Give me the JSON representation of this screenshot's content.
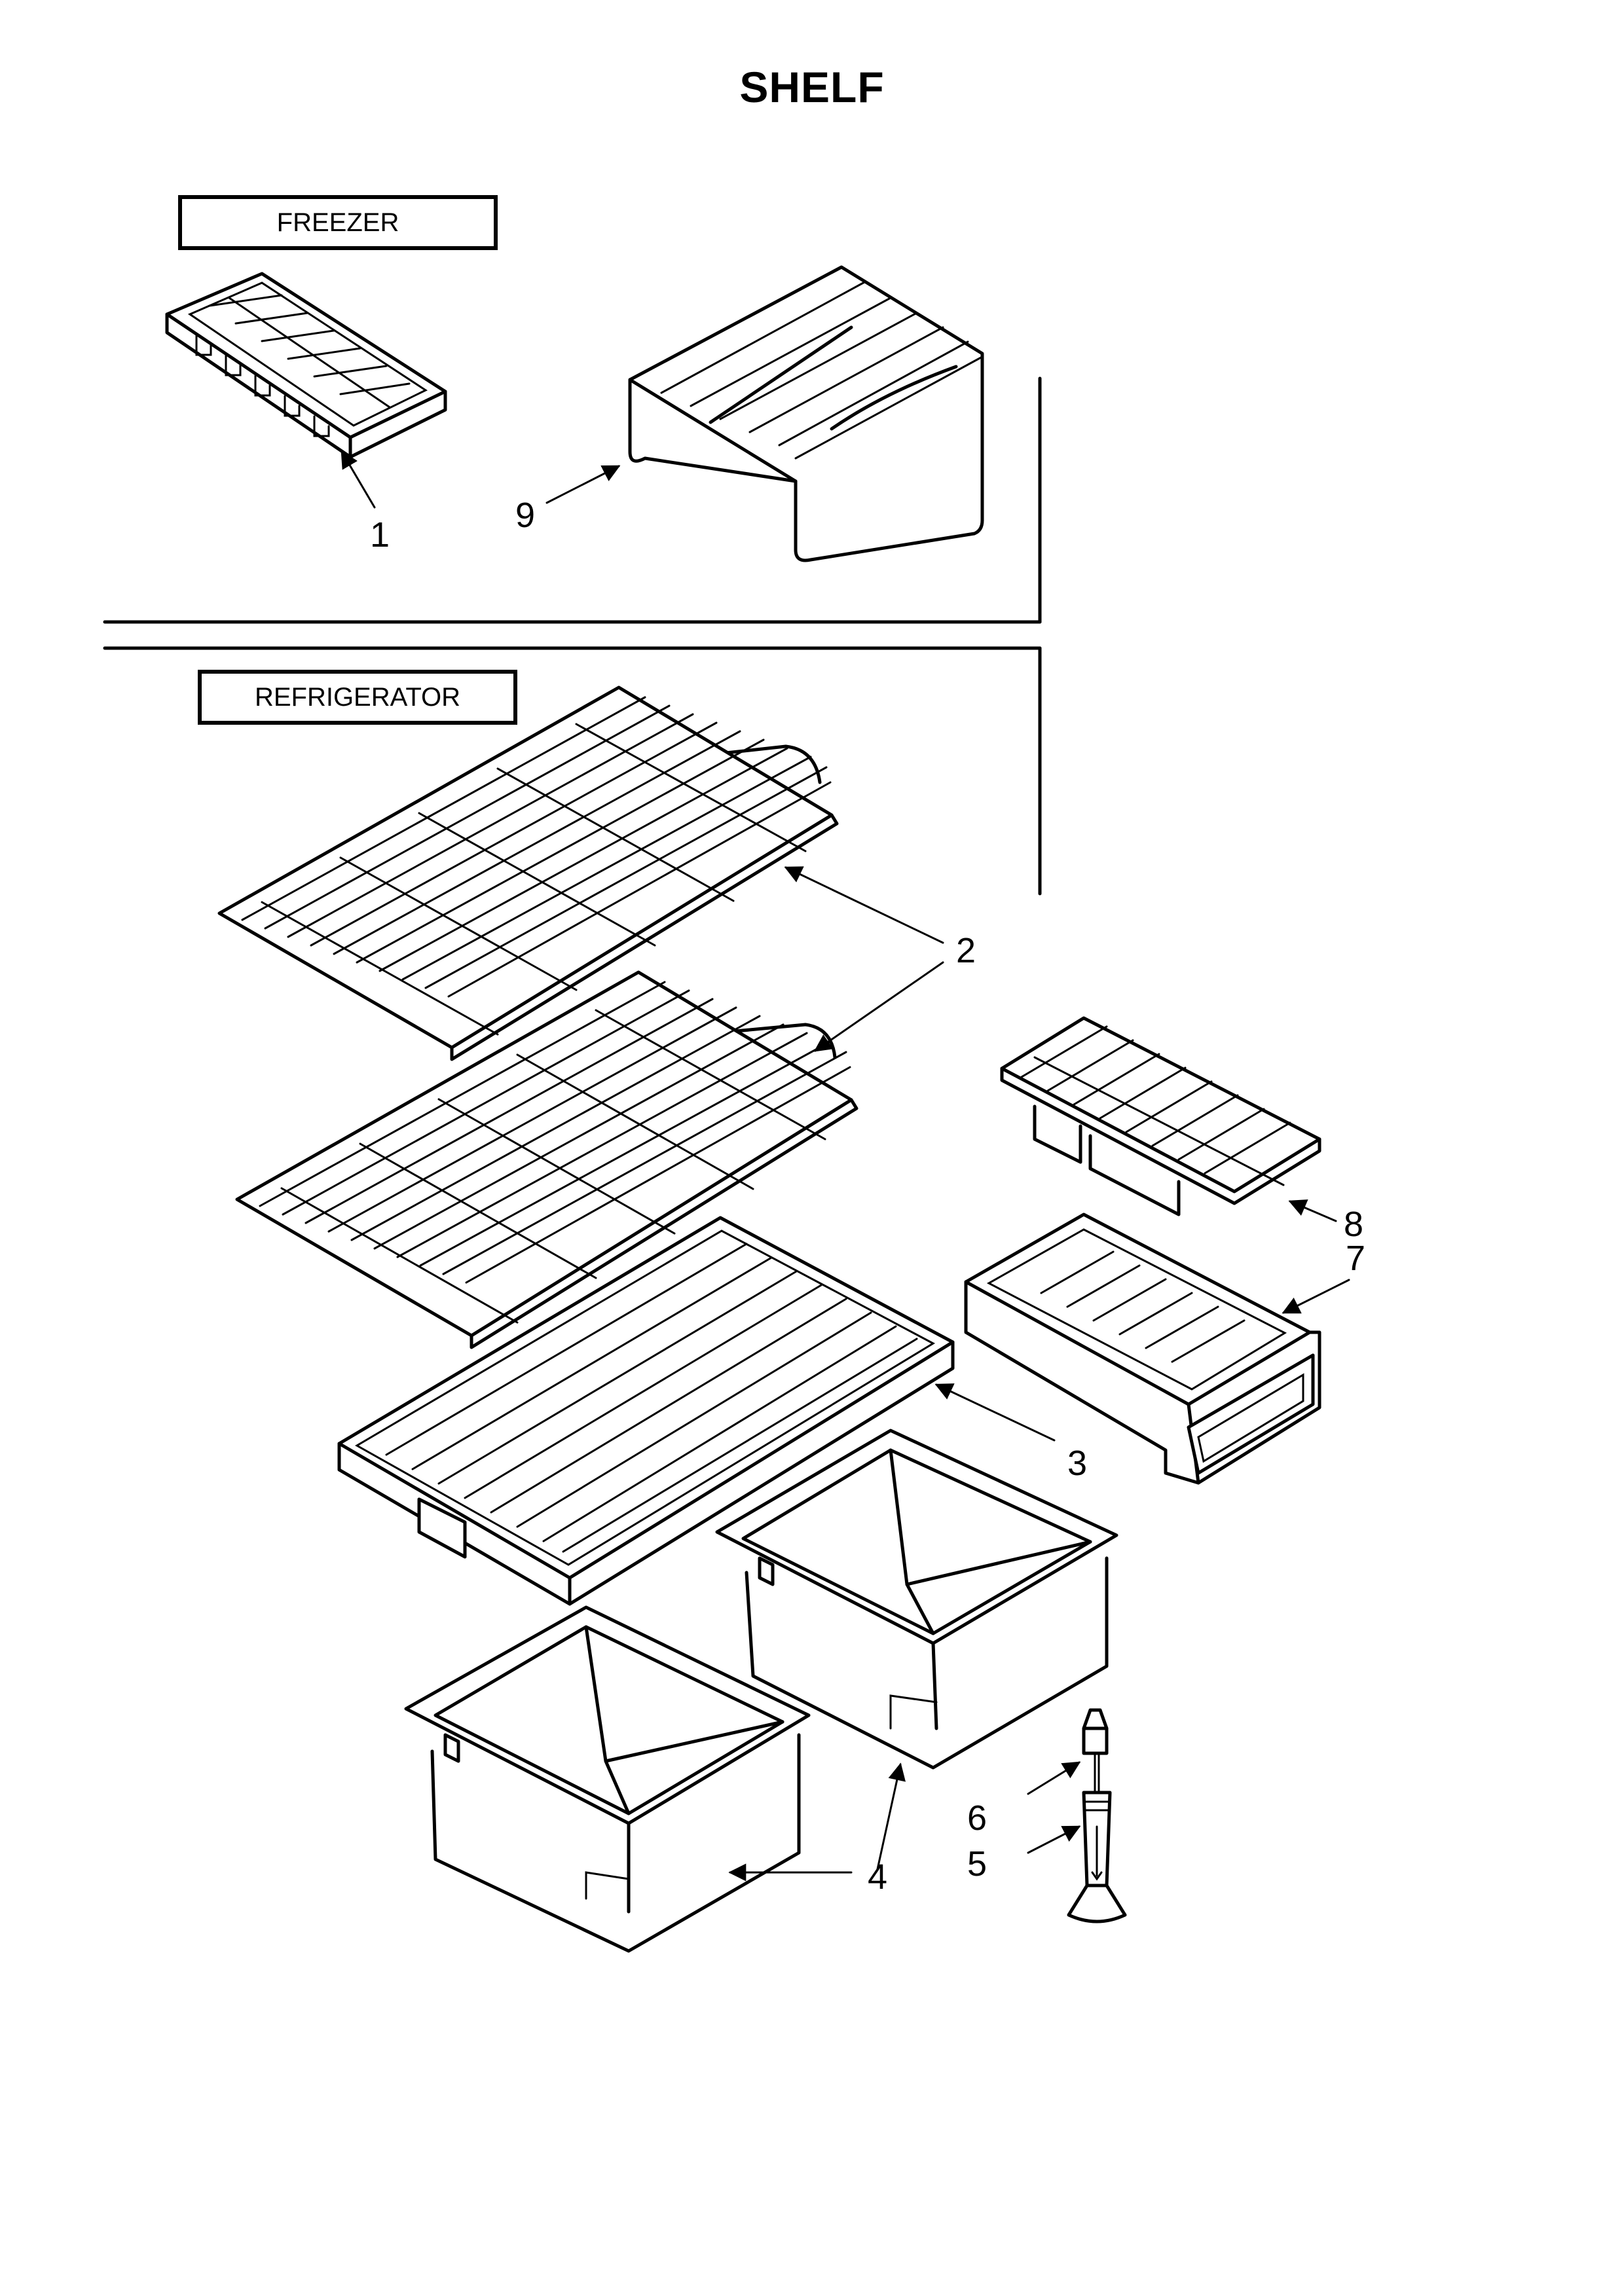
{
  "page_title": "SHELF",
  "sections": {
    "freezer": "FREEZER",
    "refrigerator": "REFRIGERATOR"
  },
  "callouts": [
    "1",
    "9",
    "2",
    "8",
    "7",
    "3",
    "6",
    "5",
    "4"
  ],
  "colors": {
    "ink": "#000000",
    "paper": "#ffffff"
  }
}
